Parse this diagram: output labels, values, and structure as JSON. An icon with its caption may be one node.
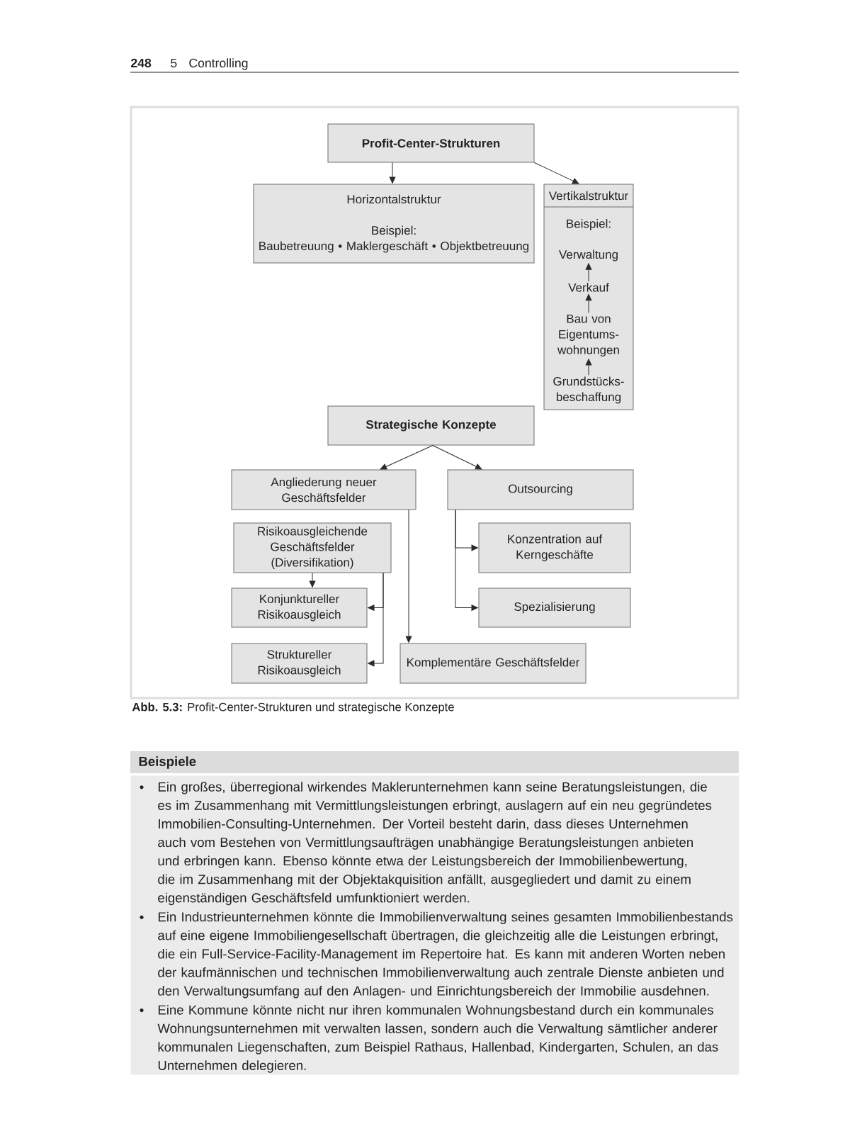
{
  "diagram": {
    "caption": "**Abb. 5.3:** Profit-Center-Strukturen und strategische Konzepte",
    "nodes": [
      {
        "text": [
          "Profit-Center-Strukturen"
        ]
      },
      {
        "text": [
          "Horizontalstruktur",
          "Beispiel:",
          "Baubetreuung • Maklergeschäft • Objektbetreuung"
        ]
      },
      {
        "text": [
          "Vertikalstruktur",
          "Beispiel:"
        ]
      },
      {
        "text": [
          "Verwaltung"
        ],
        "in": 2
      },
      {
        "text": [
          "Verkauf"
        ],
        "in": 2
      },
      {
        "text": [
          "Bau von Eigentums- wohnungen"
        ],
        "in": 2
      },
      {
        "text": [
          "Grundstücks- beschaffung"
        ],
        "in": 2
      },
      {
        "text": [
          "Strategische Konzepte"
        ]
      },
      {
        "text": [
          "Angliederung neuer Geschäftsfelder"
        ]
      },
      {
        "text": [
          "Outsourcing"
        ]
      },
      {
        "text": [
          "Risikoausgleichende Geschäftsfelder (Diversifikation)"
        ]
      },
      {
        "text": [
          "Konzentration auf Kerngeschäfte"
        ]
      },
      {
        "text": [
          "Konjunktureller Risikoausgleich"
        ]
      },
      {
        "text": [
          "Spezialisierung"
        ]
      },
      {
        "text": [
          "Struktureller Risikoausgleich"
        ]
      },
      {
        "text": [
          "Komplementäre Geschäftsfelder"
        ]
      },
      {
        "text": [
          "Beispiele",
          "Ein großes, überregional wirkendes Maklerunternehmen kann seine Beratungsleistungen, die es im Zusammenhang mit Vermittlungsleistungen erbringt, auslagern auf ein neu gegründetes Immobilien-Consulting-Unternehmen. Der Vorteil besteht darin, dass dieses Unternehmen auch vom Bestehen von Vermittlungsaufträgen unabhängige Beratungsleistungen anbieten und erbringen kann. Ebenso könnte etwa der Leistungsbereich der Immobilienbewertung, die im Zusammenhang mit der Objektakquisition anfällt, ausgegliedert und damit zu einem eigenständigen Geschäftsfeld umfunktioniert werden.",
          "Ein Industrieunternehmen könnte die Immobilienverwaltung seines gesamten Immobilienbestands auf eine eigene Immobiliengesellschaft übertragen, die gleichzeitig alle die Leistungen erbringt, die ein Full-Service-Facility-Management im Repertoire hat. Es kann mit anderen Worten neben der kaufmännischen und technischen Immobilienverwaltung auch zentrale Dienste anbieten und den Verwaltungsumfang auf den Anlagen- und Einrichtungsbereich der Immobilie ausdehnen.",
          "Eine Kommune könnte nicht nur ihren kommunalen Wohnungsbestand durch ein kommunales Wohnungsunternehmen mit verwalten lassen, sondern auch die Verwaltung sämtlicher anderer kommunalen Liegenschaften, zum Beispiel Rathaus, Hallenbad, Kindergarten, Schulen, an das Unternehmen delegieren."
        ]
      }
    ],
    "edges": [
      {
        "from": 0,
        "to": 1,
        "arrow": "to"
      },
      {
        "from": 0,
        "to": 2,
        "arrow": "to"
      },
      {
        "from": 6,
        "to": 5,
        "arrow": "to"
      },
      {
        "from": 5,
        "to": 4,
        "arrow": "to"
      },
      {
        "from": 4,
        "to": 3,
        "arrow": "to"
      },
      {
        "from": 7,
        "to": 8,
        "arrow": "to"
      },
      {
        "from": 7,
        "to": 9,
        "arrow": "to"
      },
      {
        "from": 8,
        "to": 15,
        "arrow": "to"
      },
      {
        "from": 9,
        "to": 11,
        "arrow": "to"
      },
      {
        "from": 9,
        "to": 13,
        "arrow": "to"
      },
      {
        "from": 10,
        "to": 12,
        "arrow": "to"
      },
      {
        "from": 10,
        "to": 12,
        "arrow": "to"
      },
      {
        "from": 10,
        "to": 14,
        "arrow": "to"
      }
    ],
    "labels": [
      "248",
      "5",
      "Controlling"
    ]
  }
}
